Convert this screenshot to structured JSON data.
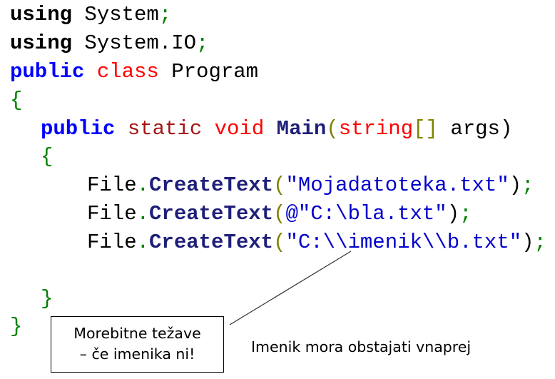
{
  "code": {
    "lines": [
      {
        "tokens": [
          "using",
          " System",
          ";"
        ]
      },
      {
        "tokens": [
          "using",
          " System.IO",
          ";"
        ]
      },
      {
        "tokens": [
          "public",
          " class",
          " Program"
        ]
      },
      {
        "tokens": [
          "{"
        ]
      },
      {
        "tokens": [
          "public",
          " static",
          " void",
          " Main",
          "(",
          "string",
          "[]",
          " args",
          ")"
        ]
      },
      {
        "tokens": [
          "{"
        ]
      },
      {
        "tokens": [
          "File",
          ".",
          "CreateText",
          "(",
          "\"Mojadatoteka.txt\"",
          ")",
          ";"
        ]
      },
      {
        "tokens": [
          "File",
          ".",
          "CreateText",
          "(",
          "@\"C:\\bla.txt\"",
          ")",
          ";"
        ]
      },
      {
        "tokens": [
          "File",
          ".",
          "CreateText",
          "(",
          "\"C:\\\\imenik\\\\b.txt\"",
          ")",
          ";"
        ]
      },
      {
        "tokens": []
      },
      {
        "tokens": [
          "}"
        ]
      },
      {
        "tokens": [
          "}"
        ]
      }
    ]
  },
  "callout": {
    "line1": "Morebitne težave",
    "line2": "– če imenika ni!"
  },
  "note": "Imenik mora obstajati vnaprej",
  "colors": {
    "keyword_blue": "#0000ff",
    "keyword_red": "#ff0000",
    "keyword_darkred": "#a31515",
    "method": "#1f1f7a",
    "string": "#0000cc",
    "punct": "#008000"
  }
}
